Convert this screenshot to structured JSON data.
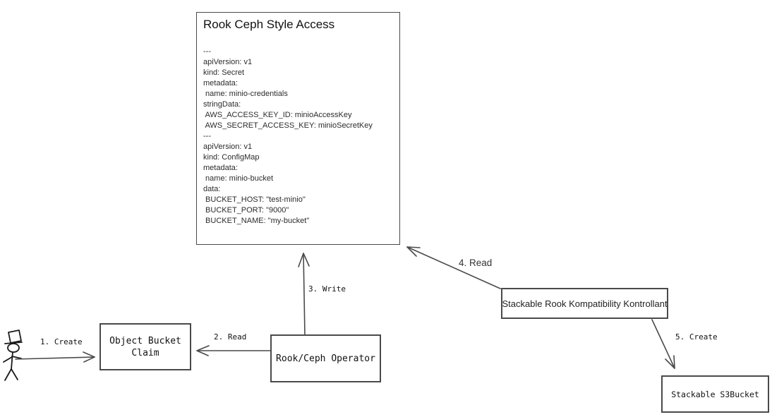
{
  "big_box": {
    "title": "Rook Ceph Style Access",
    "lines": [
      "---",
      "apiVersion: v1",
      "kind: Secret",
      "metadata:",
      " name: minio-credentials",
      "stringData:",
      " AWS_ACCESS_KEY_ID: minioAccessKey",
      " AWS_SECRET_ACCESS_KEY: minioSecretKey",
      "---",
      "apiVersion: v1",
      "kind: ConfigMap",
      "metadata:",
      " name: minio-bucket",
      "data:",
      " BUCKET_HOST: \"test-minio\"",
      " BUCKET_PORT: \"9000\"",
      " BUCKET_NAME: \"my-bucket\""
    ]
  },
  "nodes": {
    "object_bucket_claim": "Object Bucket Claim",
    "rook_ceph_operator": "Rook/Ceph Operator",
    "stackable_kontrollant": "Stackable Rook Kompatibility Kontrollant",
    "stackable_s3bucket": "Stackable S3Bucket"
  },
  "arrow_labels": {
    "step1": "1. Create",
    "step2": "2. Read",
    "step3": "3. Write",
    "step4": "4. Read",
    "step5": "5. Create"
  },
  "colors": {
    "line": "#4a4a4a",
    "text": "#1a1a1a",
    "background": "#ffffff"
  }
}
